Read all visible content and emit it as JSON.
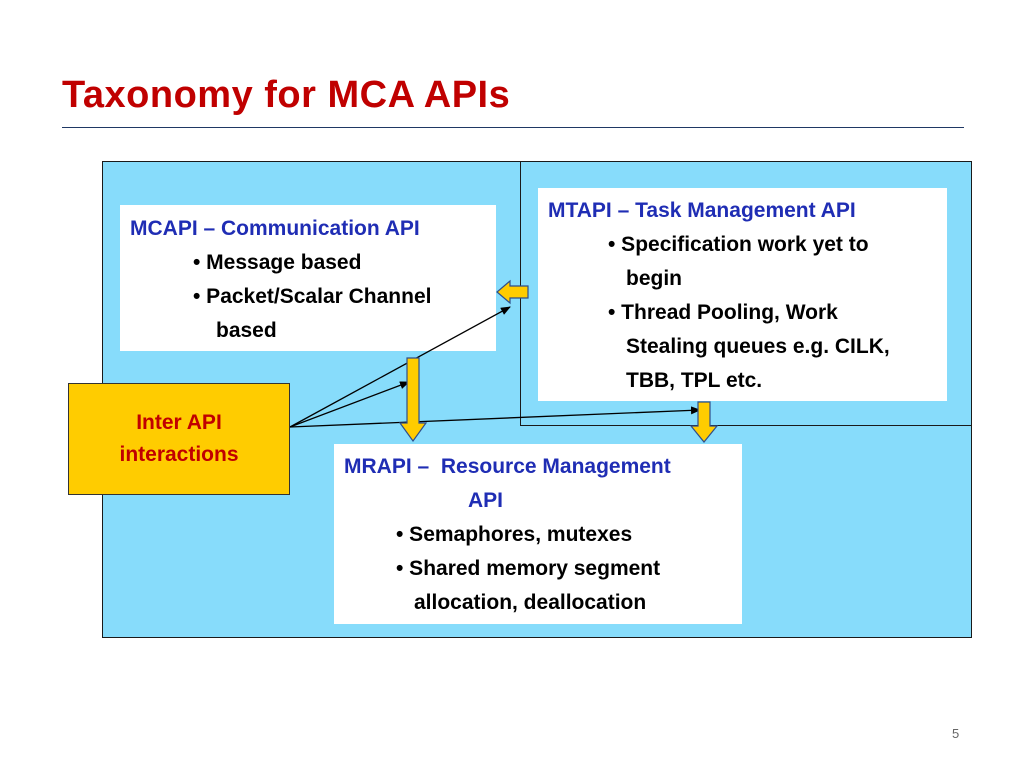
{
  "slide": {
    "title": "Taxonomy for MCA APIs",
    "page_number": "5"
  },
  "mcapi": {
    "header": "MCAPI – Communication API",
    "bullet1": "• Message based",
    "bullet2": "• Packet/Scalar Channel",
    "bullet2_cont": "based"
  },
  "mtapi": {
    "header": "MTAPI – Task Management API",
    "bullet1": "• Specification work yet to",
    "bullet1_cont": "begin",
    "bullet2": "• Thread Pooling, Work",
    "bullet2_cont1": "Stealing queues e.g. CILK,",
    "bullet2_cont2": "TBB, TPL etc."
  },
  "mrapi": {
    "header_line1": "MRAPI –  Resource Management",
    "header_line2": "API",
    "bullet1": "• Semaphores, mutexes",
    "bullet2": "• Shared memory segment",
    "bullet2_cont": "allocation, deallocation"
  },
  "inter_api": {
    "line1": "Inter API",
    "line2": "interactions"
  },
  "colors": {
    "title": "#c00000",
    "header_text": "#1f2db4",
    "panel_fill": "#87dcfb",
    "block_arrow_fill": "#ffcc00",
    "inter_text": "#c00000"
  }
}
